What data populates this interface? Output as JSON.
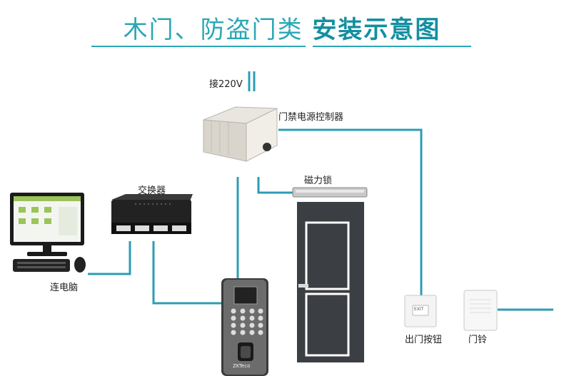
{
  "title": {
    "part1": "木门、防盗门类",
    "part2": "安装示意图"
  },
  "labels": {
    "power_in": "接220V",
    "power_controller": "门禁电源控制器",
    "switch": "交换器",
    "computer": "连电脑",
    "mag_lock": "磁力锁",
    "exit_button": "出门按钮",
    "doorbell": "门铃"
  },
  "device_text": {
    "reader_brand": "ZKTeco",
    "exit_button_text": "EXIT"
  },
  "colors": {
    "wire": "#2b9db4",
    "title": "#2aa7b6"
  }
}
